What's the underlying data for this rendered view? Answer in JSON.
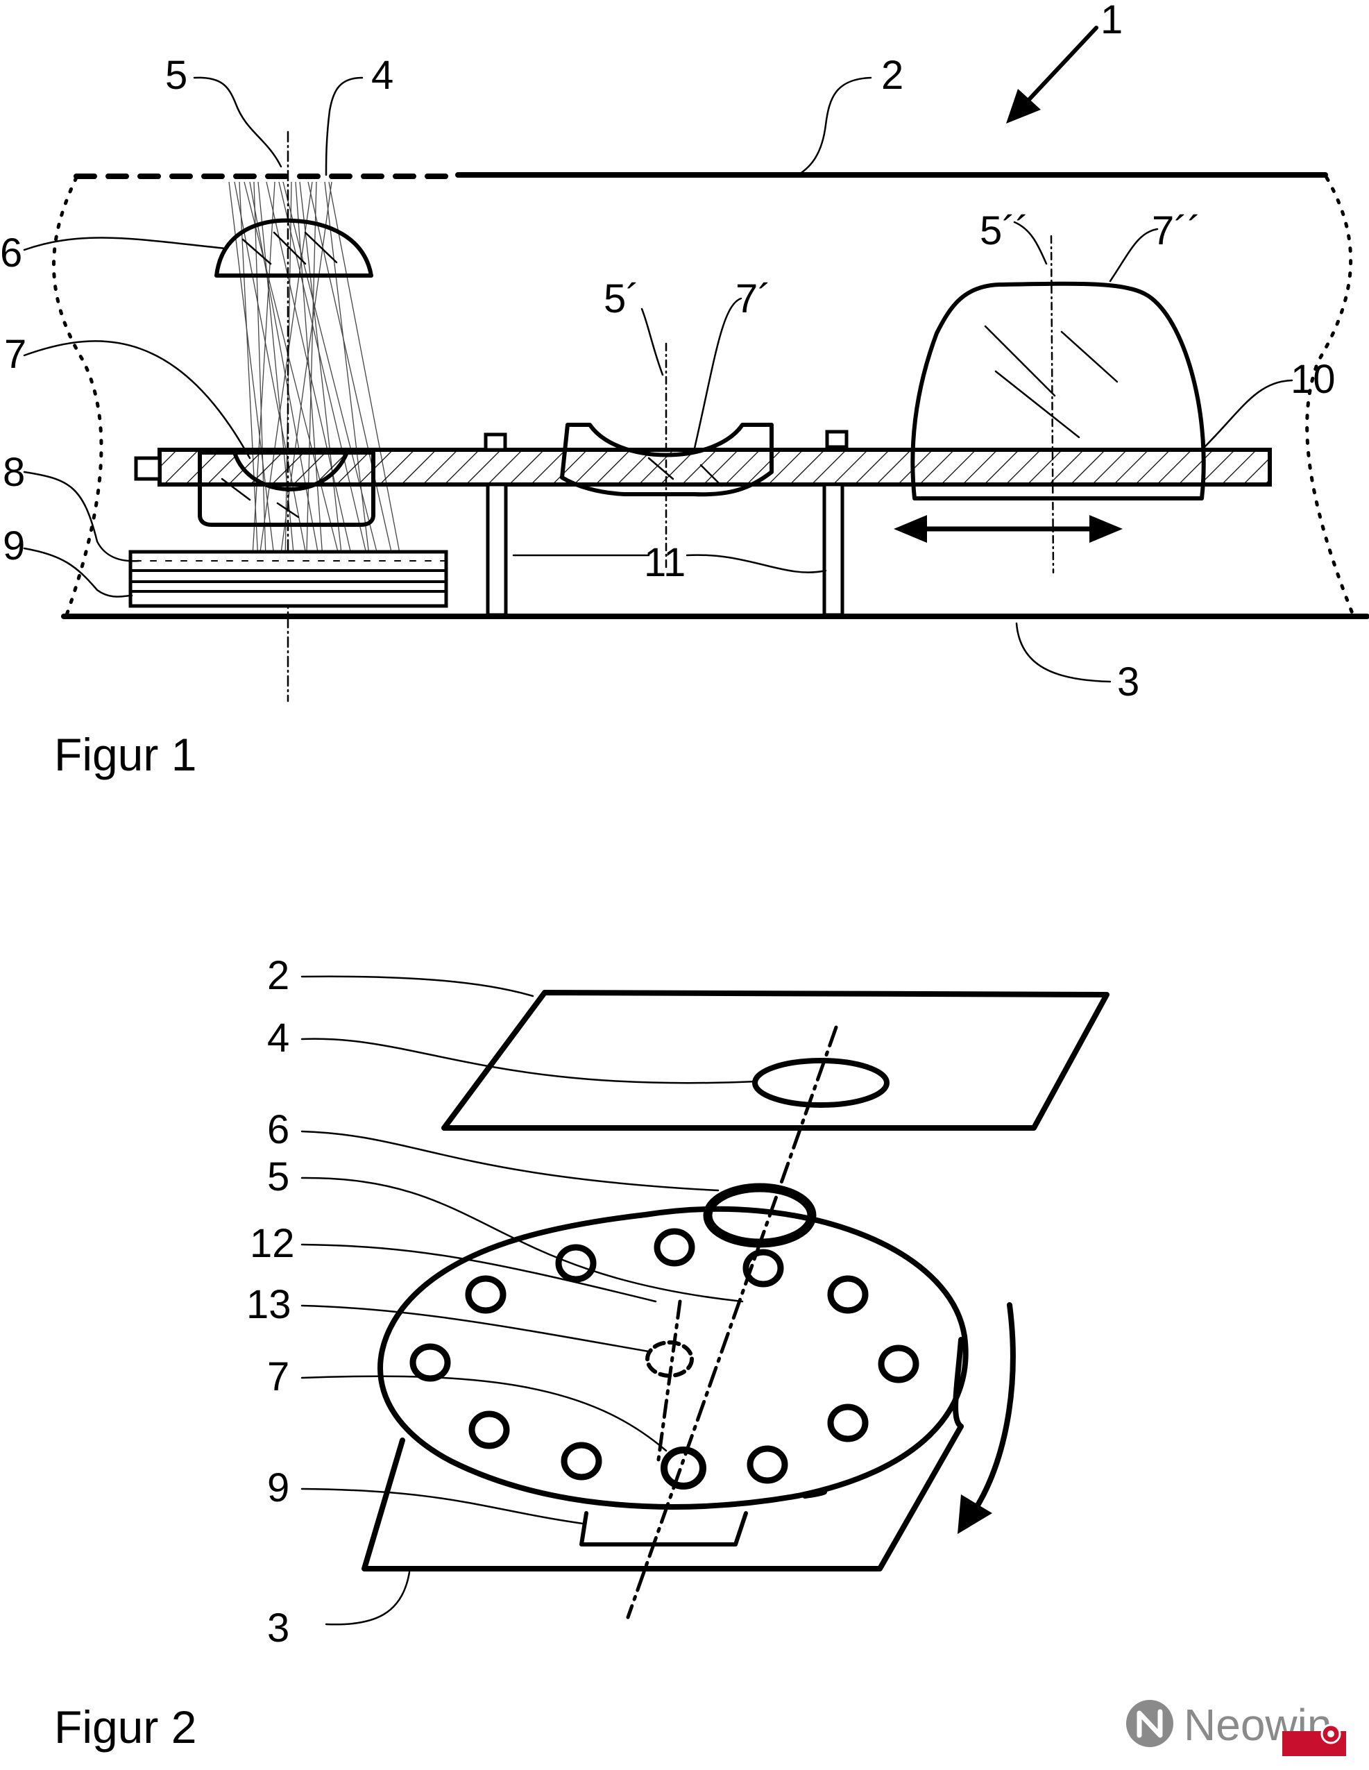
{
  "figure1": {
    "caption": "Figur 1",
    "labels": {
      "assembly": "1",
      "top_plate": "2",
      "base_plate": "3",
      "aperture": "4",
      "axis": "5",
      "axis_b": "5´",
      "axis_c": "5´´",
      "lens_top": "6",
      "optic": "7",
      "optic_b": "7´",
      "optic_c": "7´´",
      "part8": "8",
      "sensor": "9",
      "slider": "10",
      "posts": "11"
    }
  },
  "figure2": {
    "caption": "Figur 2",
    "labels": {
      "top_plate": "2",
      "aperture": "4",
      "lens_top": "6",
      "axis": "5",
      "part12": "12",
      "part13": "13",
      "optic": "7",
      "sensor": "9",
      "base_plate": "3"
    }
  },
  "watermark": {
    "text": "Neowin"
  },
  "colors": {
    "ink": "#000000",
    "watermark": "#8a8a8a",
    "badge": "#c8102e"
  }
}
